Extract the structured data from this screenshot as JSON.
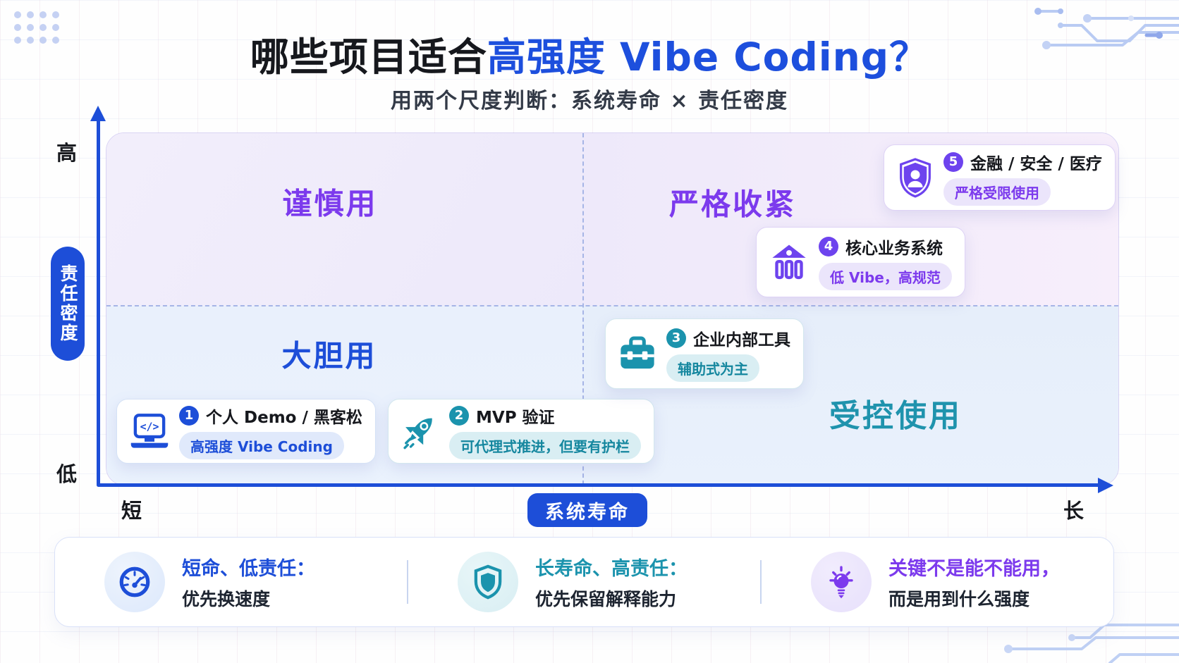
{
  "title": {
    "prefix": "哪些项目适合",
    "highlight": "高强度 Vibe Coding？"
  },
  "subtitle": "用两个尺度判断：系统寿命 × 责任密度",
  "axes": {
    "y_label": "责任密度",
    "y_high": "高",
    "y_low": "低",
    "x_label": "系统寿命",
    "x_short": "短",
    "x_long": "长"
  },
  "quadrants": [
    {
      "position": "top-left",
      "label": "谨慎用",
      "color": "#7c3aed"
    },
    {
      "position": "top-right",
      "label": "严格收紧",
      "color": "#7c3aed"
    },
    {
      "position": "bottom-left",
      "label": "大胆用",
      "color": "#1d4ed8"
    },
    {
      "position": "bottom-right",
      "label": "受控使用",
      "color": "#1f93ad"
    }
  ],
  "cards": [
    {
      "number": "1",
      "icon": "laptop-code-icon",
      "title": "个人 Demo / 黑客松",
      "tag": "高强度 Vibe Coding",
      "accent": "#1d4ed8"
    },
    {
      "number": "2",
      "icon": "rocket-icon",
      "title": "MVP 验证",
      "tag": "可代理式推进，但要有护栏",
      "accent": "#1b93ad"
    },
    {
      "number": "3",
      "icon": "toolbox-icon",
      "title": "企业内部工具",
      "tag": "辅助式为主",
      "accent": "#1b93ad"
    },
    {
      "number": "4",
      "icon": "bank-icon",
      "title": "核心业务系统",
      "tag": "低 Vibe，高规范",
      "accent": "#6d43ee"
    },
    {
      "number": "5",
      "icon": "shield-user-icon",
      "title": "金融 / 安全 / 医疗",
      "tag": "严格受限使用",
      "accent": "#6d43ee"
    }
  ],
  "legend": [
    {
      "icon": "gauge-icon",
      "headline": "短命、低责任：",
      "detail": "优先换速度",
      "accent": "#1d4ed8"
    },
    {
      "icon": "shield-icon",
      "headline": "长寿命、高责任：",
      "detail": "优先保留解释能力",
      "accent": "#1b93ad"
    },
    {
      "icon": "lightbulb-icon",
      "headline": "关键不是能不能用，",
      "detail": "而是用到什么强度",
      "accent": "#7c3aed"
    }
  ],
  "colors": {
    "blue": "#1d4ed8",
    "teal": "#1b93ad",
    "purple_text": "#7c3aed",
    "purple_icon": "#6d43ee",
    "title_highlight": "#1d4fdd"
  }
}
